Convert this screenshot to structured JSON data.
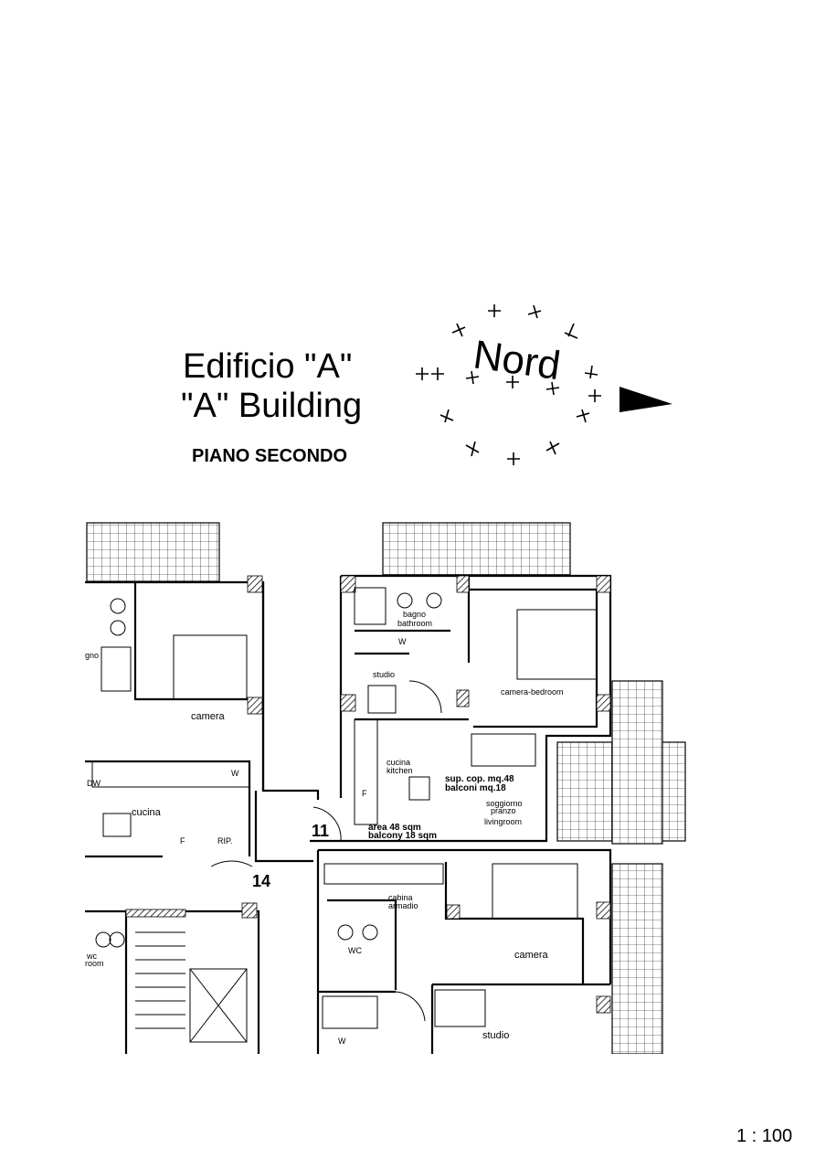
{
  "header": {
    "title_it": "Edificio \"A\"",
    "title_en": "\"A\" Building",
    "floor": "PIANO SECONDO"
  },
  "compass": {
    "label": "Nord"
  },
  "scale": "1 : 100",
  "plan": {
    "units": {
      "unit_11": "11",
      "unit_14": "14"
    },
    "rooms": {
      "bagno_bathroom_it": "bagno",
      "bagno_bathroom_en": "bathroom",
      "camera_bedroom": "camera-bedroom",
      "studio_top": "studio",
      "cucina_kitchen_it": "cucina",
      "cucina_kitchen_en": "kitchen",
      "soggiorno_it": "soggiorno",
      "pranzo_it": "pranzo",
      "livingroom": "livingroom",
      "camera_left": "camera",
      "bagno_left_partial": "gno",
      "cucina_left": "cucina",
      "rip": "RIP.",
      "dw": "DW",
      "w_left": "W",
      "f_left": "F",
      "f_kitchen": "F",
      "w_bath": "W",
      "w_bottom": "W",
      "cabina_it": "cabina",
      "armadio_it": "armadio",
      "wc": "WC",
      "camera_bottom": "camera",
      "studio_bottom": "studio",
      "wc_left_a": "wc",
      "wc_left_b": "room"
    },
    "areas": {
      "sup_cop": "sup. cop. mq.48",
      "balconi": "balconi mq.18",
      "area_en": "area 48 sqm",
      "balcony_en": "balcony 18 sqm"
    }
  }
}
